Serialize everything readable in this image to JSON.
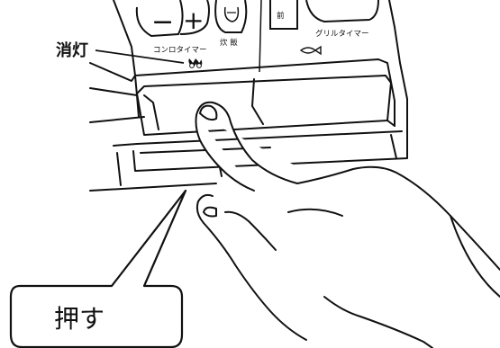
{
  "callouts": {
    "lamp_label": "消灯",
    "push_label": "押す"
  },
  "panel": {
    "minus_symbol": "−",
    "plus_symbol": "+",
    "stove_timer_label": "コンロタイマー",
    "rice_label": "炊 飯",
    "grill_timer_label": "グリルタイマー",
    "partial_label": "前"
  },
  "icons": {
    "lamp_icon": "twin-flame-icon",
    "fish_icon": "fish-icon"
  },
  "colors": {
    "line": "#111111",
    "background": "#ffffff"
  }
}
